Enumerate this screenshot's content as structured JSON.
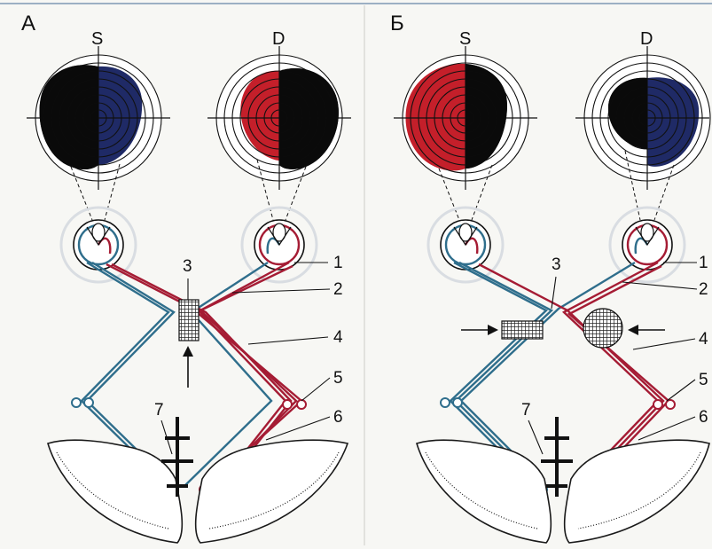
{
  "colors": {
    "blind": "#0b0b0b",
    "nasal_pathway_red": "#a51c34",
    "temporal_pathway_blue": "#2f6e8c",
    "field_red": "#c41f2a",
    "field_blue": "#1f2a66",
    "lesion_fill": "#2a2a2a",
    "brain_stroke": "#1a1a1a"
  },
  "panels": [
    {
      "letter": "А",
      "left_eye_label": "S",
      "right_eye_label": "D",
      "numbers": [
        "1",
        "2",
        "3",
        "4",
        "5",
        "6",
        "7"
      ]
    },
    {
      "letter": "Б",
      "left_eye_label": "S",
      "right_eye_label": "D",
      "numbers": [
        "1",
        "2",
        "3",
        "4",
        "5",
        "6",
        "7"
      ]
    }
  ]
}
